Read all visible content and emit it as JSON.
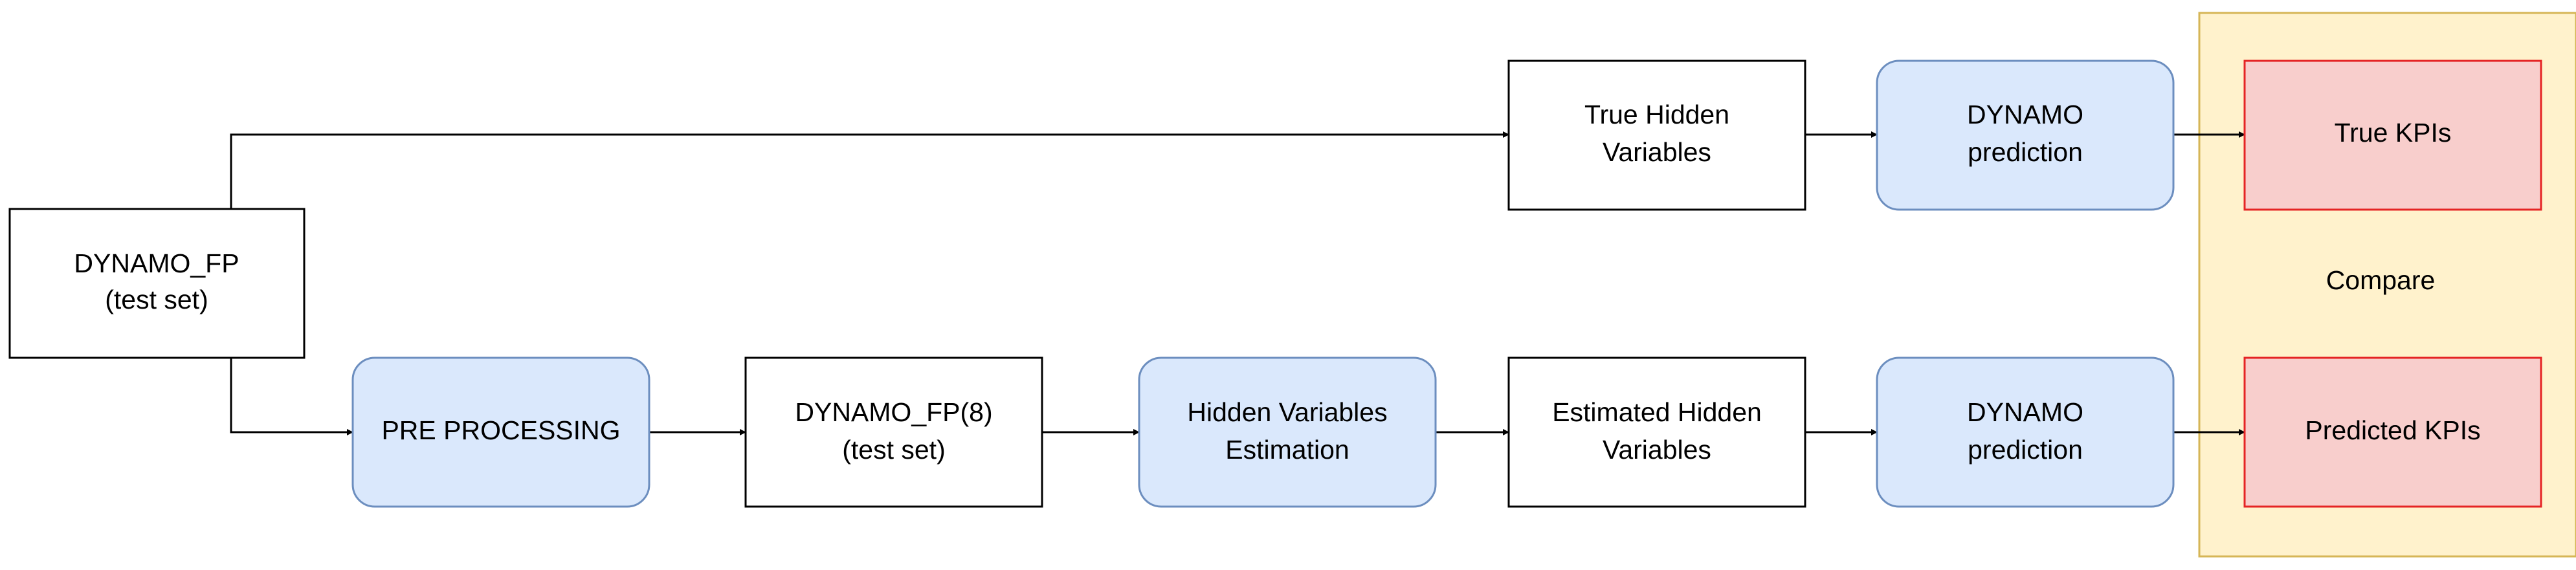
{
  "nodes": {
    "dynamo_fp": {
      "line1": "DYNAMO_FP",
      "line2": "(test set)"
    },
    "true_hidden": {
      "line1": "True Hidden",
      "line2": "Variables"
    },
    "dynamo_pred_top": {
      "line1": "DYNAMO",
      "line2": "prediction"
    },
    "true_kpis": {
      "label": "True KPIs"
    },
    "pre_processing": {
      "label": "PRE PROCESSING"
    },
    "dynamo_fp8": {
      "line1": "DYNAMO_FP(8)",
      "line2": "(test set)"
    },
    "hidden_estimation": {
      "line1": "Hidden Variables",
      "line2": "Estimation"
    },
    "estimated_hidden": {
      "line1": "Estimated Hidden",
      "line2": "Variables"
    },
    "dynamo_pred_bottom": {
      "line1": "DYNAMO",
      "line2": "prediction"
    },
    "predicted_kpis": {
      "label": "Predicted KPIs"
    },
    "compare": {
      "label": "Compare"
    }
  },
  "colors": {
    "process_fill": "#dae8fc",
    "process_stroke": "#6c8ebf",
    "kpi_fill": "#f8cecc",
    "kpi_stroke": "#e52424",
    "compare_fill": "#fff2cc",
    "compare_stroke": "#d6b656",
    "data_stroke": "#000000"
  }
}
